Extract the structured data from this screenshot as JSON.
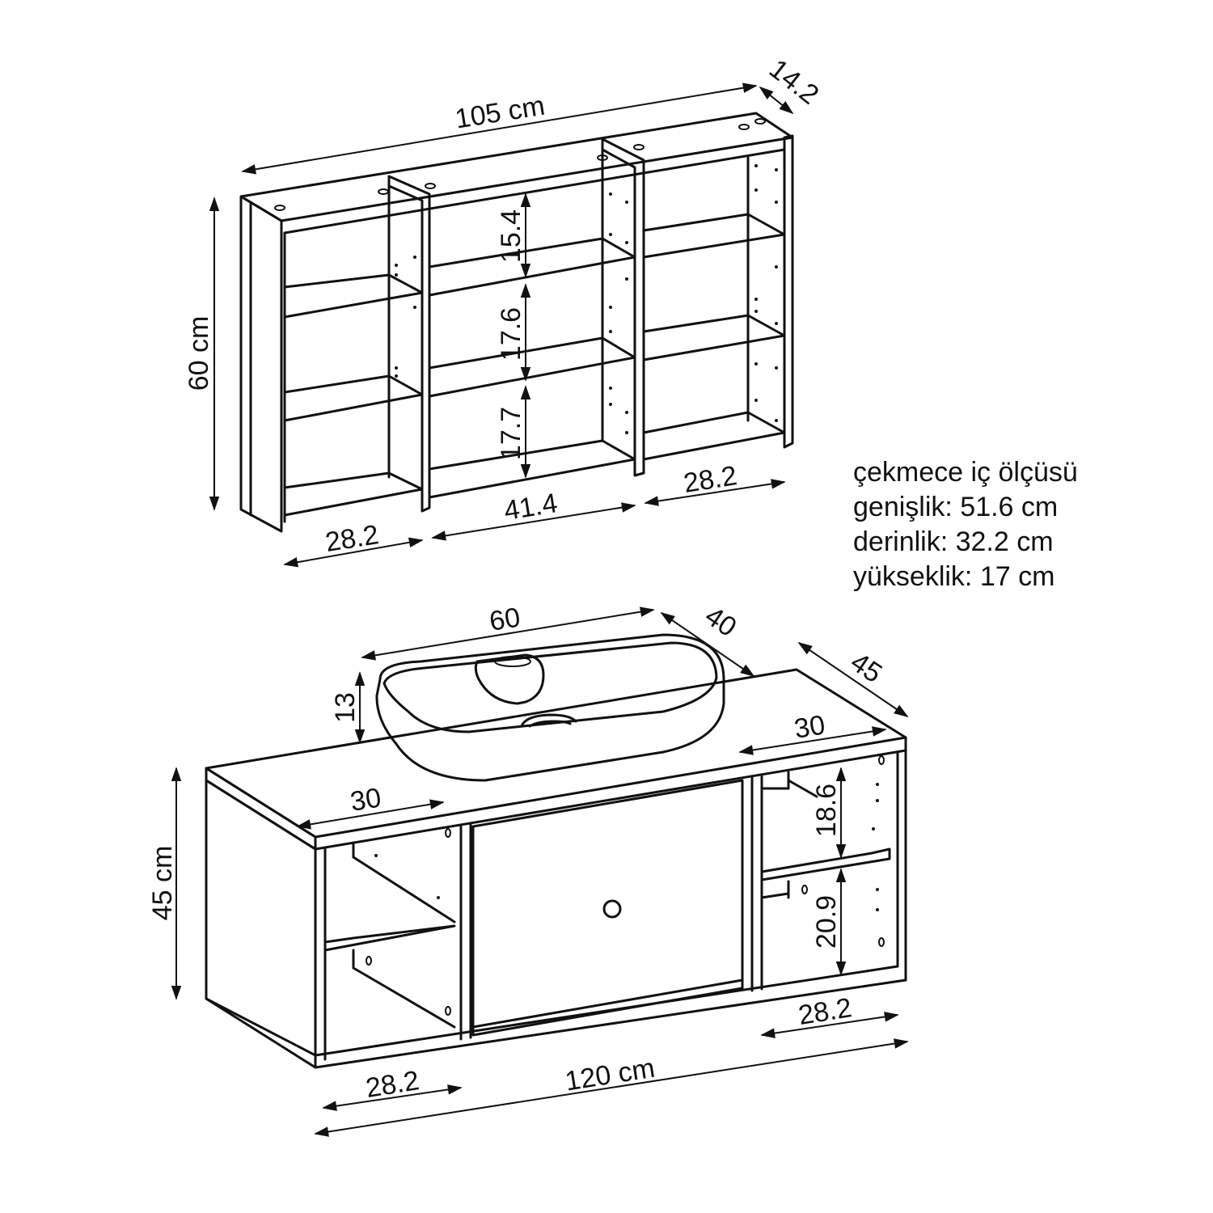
{
  "shelf_unit": {
    "width": "105 cm",
    "depth": "14.2",
    "height": "60 cm",
    "shelf_heights": [
      "15.4",
      "17.6",
      "17.7"
    ],
    "left_section_width": "28.2",
    "middle_section_width": "41.4",
    "right_section_width": "28.2"
  },
  "drawer_info": {
    "title": "çekmece iç ölçüsü",
    "width": "genişlik: 51.6 cm",
    "depth": "derinlik: 32.2 cm",
    "height": "yükseklik: 17 cm"
  },
  "basin": {
    "width": "60",
    "depth": "40",
    "height": "13"
  },
  "vanity": {
    "depth": "45",
    "top_right_depth": "30",
    "top_left_depth": "30",
    "upper_shelf": "18.6",
    "lower_shelf": "20.9",
    "right_section_width": "28.2",
    "width": "120 cm",
    "left_section_width": "28.2",
    "height": "45 cm"
  },
  "colors": {
    "line": "#111111",
    "background": "#ffffff"
  }
}
